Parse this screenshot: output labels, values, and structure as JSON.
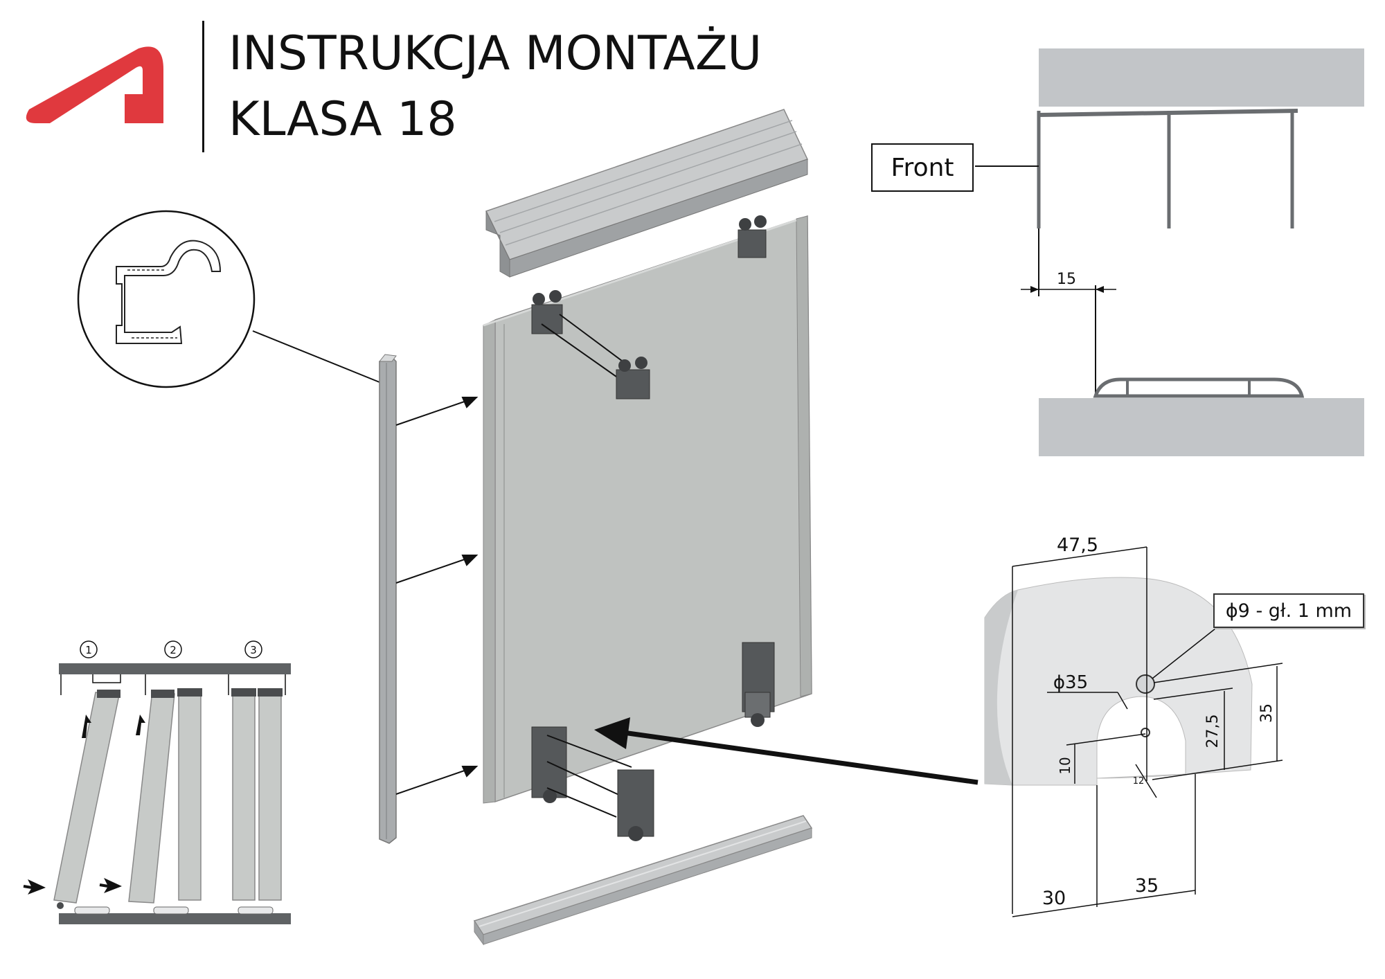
{
  "title": {
    "line1": "INSTRUKCJA MONTAŻU",
    "line2": "KLASA 18"
  },
  "colors": {
    "brand_red": "#e0393e",
    "panel_grey": "#bfc2c0",
    "rail_grey": "#a9acae",
    "dark_part": "#4a4c4e",
    "ink": "#111111"
  },
  "front_label": "Front",
  "dim_top": {
    "gap": "15"
  },
  "steps": [
    "1",
    "2",
    "3"
  ],
  "drill": {
    "width": "47,5",
    "hole_small": "ϕ9 - gł. 1 mm",
    "hole_large": "ϕ35",
    "h35": "35",
    "h27": "27,5",
    "h10": "10",
    "small12": "12",
    "bottom30": "30",
    "bottom35": "35"
  }
}
